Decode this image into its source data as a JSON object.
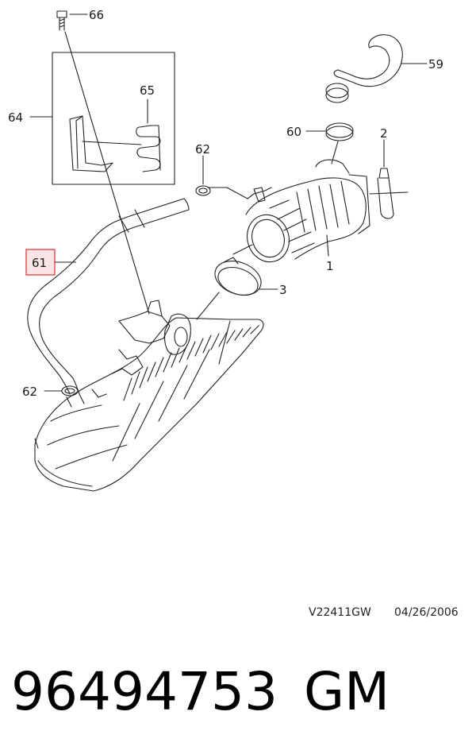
{
  "diagram": {
    "callouts": {
      "c66": "66",
      "c59": "59",
      "c65": "65",
      "c64": "64",
      "c60": "60",
      "c2": "2",
      "c62_top": "62",
      "c61": "61",
      "c1": "1",
      "c3": "3",
      "c62_bottom": "62"
    },
    "highlight_color": "#d94a4a",
    "highlight_fill": "#fbe4e6"
  },
  "footer": {
    "drawing_code": "V22411GW",
    "drawing_date": "04/26/2006",
    "part_number": "96494753",
    "brand": "GM"
  }
}
